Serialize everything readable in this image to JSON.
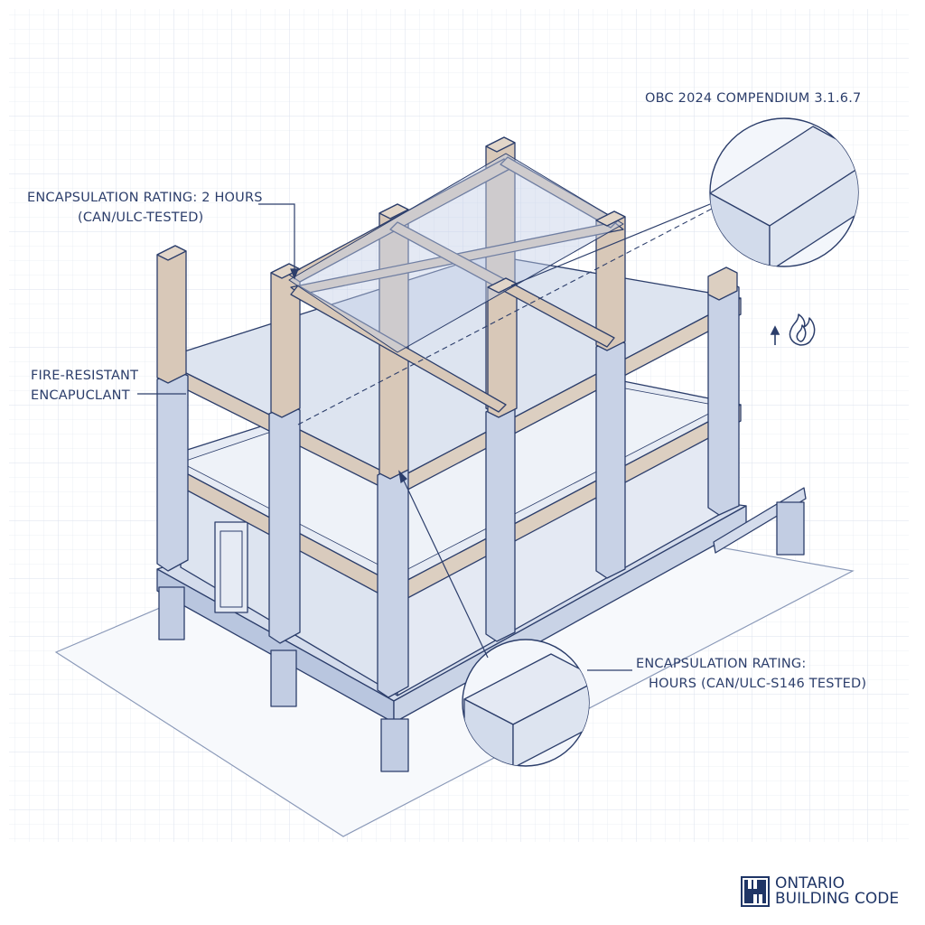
{
  "labels": {
    "compendium": "OBC 2024 COMPENDIUM 3.1.6.7",
    "encapsulation_top_line1": "ENCAPSULATION RATING: 2 HOURS",
    "encapsulation_top_line2": "(CAN/ULC-TESTED)",
    "encapsulant_line1": "FIRE-RESISTANT",
    "encapsulant_line2": "ENCAPUCLANT",
    "encapsulation_bottom_line1": "ENCAPSULATION RATING:",
    "encapsulation_bottom_line2": "HOURS (CAN/ULC-S146 TESTED)"
  },
  "brand": {
    "line1": "ONTARIO",
    "line2": "BUILDING CODE"
  },
  "icons": [
    "fire-icon",
    "arrow-up-icon",
    "ontario-logo-icon"
  ],
  "colors": {
    "line": "#2c3e6b",
    "grid": "#e4e9f2",
    "timber": "#d9cbbd",
    "encapsulation": "#c6d1e6",
    "slab": "#e3e8f2",
    "background": "#ffffff"
  }
}
